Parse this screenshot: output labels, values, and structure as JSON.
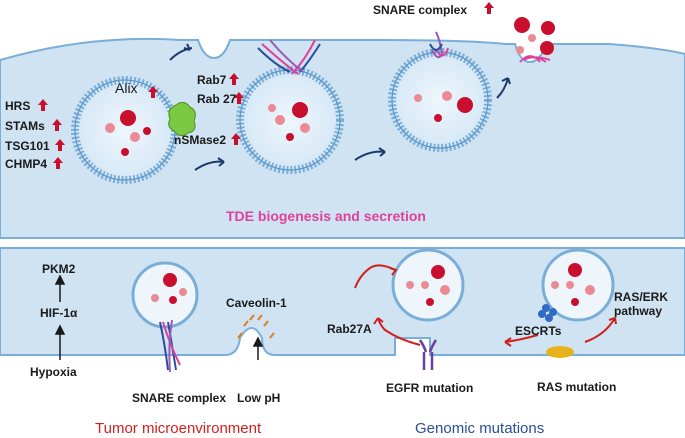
{
  "top_panel": {
    "title": "TDE biogenesis and secretion",
    "snare_label": "SNARE complex",
    "alix": "Alix",
    "escrt_markers": [
      "HRS",
      "STAMs",
      "TSG101",
      "CHMP4"
    ],
    "rab7": "Rab7",
    "rab27": "Rab 27",
    "nsmase2": "nSMase2"
  },
  "bottom_panel": {
    "pkm2": "PKM2",
    "hif": "HIF-1α",
    "hypoxia": "Hypoxia",
    "snare_complex": "SNARE complex",
    "caveolin": "Caveolin-1",
    "low_ph": "Low pH",
    "tumor_title": "Tumor microenvironment",
    "rab27a": "Rab27A",
    "egfr": "EGFR mutation",
    "escrts": "ESCRTs",
    "ras_erk": "RAS/ERK\npathway",
    "ras_mutation": "RAS mutation",
    "genomic_title": "Genomic mutations"
  },
  "colors": {
    "cell": "#cfe3f3",
    "membrane": "#7aaed8",
    "vesicle_core": "#c8102e",
    "vesicle_light": "#e98a94",
    "pink_title": "#e0409a",
    "red_title": "#d11f1f",
    "blue_title": "#2a4f9a",
    "up_arrow": "#c8102e",
    "nsmase": "#7ac943",
    "escrt_blob": "#2e6bc4",
    "ras_blob": "#e8b21c"
  }
}
